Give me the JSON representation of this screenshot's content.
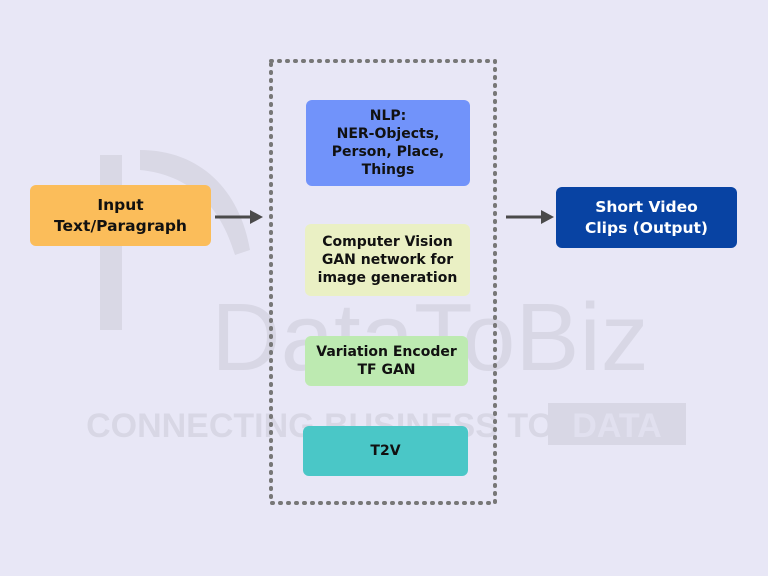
{
  "watermark": {
    "brand": "DataToBiz",
    "tagline_prefix": "CONNECTING BUSINESS TO",
    "tagline_highlight": "DATA"
  },
  "diagram": {
    "input": {
      "label": "Input\nText/Paragraph",
      "color": "#fbbd5a"
    },
    "output": {
      "label": "Short Video\nClips (Output)",
      "color": "#0843a3"
    },
    "stages": [
      {
        "label": "NLP:\nNER-Objects,\nPerson, Place,\nThings",
        "color": "#7193fa"
      },
      {
        "label": "Computer Vision\nGAN network for\nimage generation",
        "color": "#eaf0c4"
      },
      {
        "label": "Variation Encoder\nTF GAN",
        "color": "#bdeab1"
      },
      {
        "label": "T2V",
        "color": "#4ac7c7"
      }
    ],
    "frame_color": "#777777",
    "arrow_color": "#4a4a4a",
    "background": "#e8e7f6"
  }
}
